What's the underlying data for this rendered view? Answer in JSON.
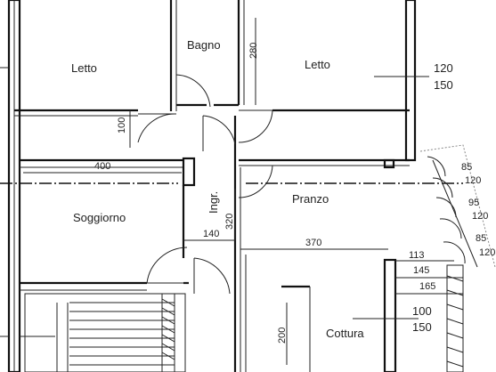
{
  "rooms": {
    "letto_left": "Letto",
    "bagno": "Bagno",
    "letto_right": "Letto",
    "soggiorno": "Soggiorno",
    "ingr": "Ingr.",
    "pranzo": "Pranzo",
    "cottura": "Cottura"
  },
  "dimensions": {
    "d280": "280",
    "d120_top": "120",
    "d150_top": "150",
    "d100_left": "100",
    "d400": "400",
    "d320": "320",
    "d140": "140",
    "d370": "370",
    "d85_a": "85",
    "d120_a": "120",
    "d95": "95",
    "d120_b": "120",
    "d85_b": "85",
    "d120_c": "120",
    "d113": "113",
    "d145": "145",
    "d165": "165",
    "d100_right": "100",
    "d150_right": "150",
    "d200": "200"
  }
}
